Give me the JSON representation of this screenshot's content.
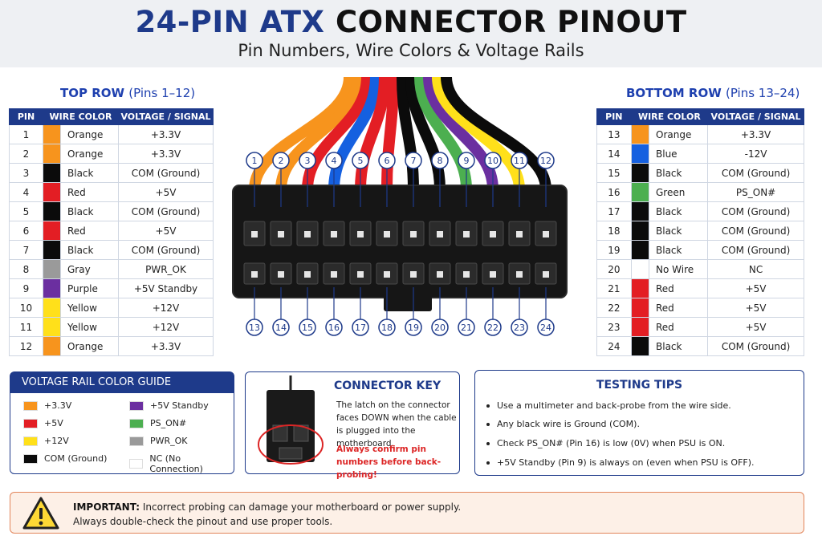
{
  "header": {
    "title_accent": "24-PIN ATX",
    "title_rest": "CONNECTOR PINOUT",
    "subtitle": "Pin Numbers, Wire Colors & Voltage Rails"
  },
  "top_row": {
    "title": "TOP ROW",
    "range": "(Pins 1–12)",
    "headers": [
      "PIN",
      "WIRE COLOR",
      "VOLTAGE / SIGNAL"
    ],
    "pins": [
      {
        "pin": "1",
        "color": "#f7941d",
        "name": "Orange",
        "signal": "+3.3V"
      },
      {
        "pin": "2",
        "color": "#f7941d",
        "name": "Orange",
        "signal": "+3.3V"
      },
      {
        "pin": "3",
        "color": "#0b0b0b",
        "name": "Black",
        "signal": "COM (Ground)"
      },
      {
        "pin": "4",
        "color": "#e31e24",
        "name": "Red",
        "signal": "+5V"
      },
      {
        "pin": "5",
        "color": "#0b0b0b",
        "name": "Black",
        "signal": "COM (Ground)"
      },
      {
        "pin": "6",
        "color": "#e31e24",
        "name": "Red",
        "signal": "+5V"
      },
      {
        "pin": "7",
        "color": "#0b0b0b",
        "name": "Black",
        "signal": "COM (Ground)"
      },
      {
        "pin": "8",
        "color": "#9a9a9a",
        "name": "Gray",
        "signal": "PWR_OK"
      },
      {
        "pin": "9",
        "color": "#6b2fa0",
        "name": "Purple",
        "signal": "+5V Standby"
      },
      {
        "pin": "10",
        "color": "#ffe01a",
        "name": "Yellow",
        "signal": "+12V"
      },
      {
        "pin": "11",
        "color": "#ffe01a",
        "name": "Yellow",
        "signal": "+12V"
      },
      {
        "pin": "12",
        "color": "#f7941d",
        "name": "Orange",
        "signal": "+3.3V"
      }
    ]
  },
  "bottom_row": {
    "title": "BOTTOM ROW",
    "range": "(Pins 13–24)",
    "headers": [
      "PIN",
      "WIRE COLOR",
      "VOLTAGE / SIGNAL"
    ],
    "pins": [
      {
        "pin": "13",
        "color": "#f7941d",
        "name": "Orange",
        "signal": "+3.3V"
      },
      {
        "pin": "14",
        "color": "#1560e0",
        "name": "Blue",
        "signal": "-12V"
      },
      {
        "pin": "15",
        "color": "#0b0b0b",
        "name": "Black",
        "signal": "COM (Ground)"
      },
      {
        "pin": "16",
        "color": "#4caf50",
        "name": "Green",
        "signal": "PS_ON#"
      },
      {
        "pin": "17",
        "color": "#0b0b0b",
        "name": "Black",
        "signal": "COM (Ground)"
      },
      {
        "pin": "18",
        "color": "#0b0b0b",
        "name": "Black",
        "signal": "COM (Ground)"
      },
      {
        "pin": "19",
        "color": "#0b0b0b",
        "name": "Black",
        "signal": "COM (Ground)"
      },
      {
        "pin": "20",
        "color": "#ffffff",
        "name": "No Wire",
        "signal": "NC"
      },
      {
        "pin": "21",
        "color": "#e31e24",
        "name": "Red",
        "signal": "+5V"
      },
      {
        "pin": "22",
        "color": "#e31e24",
        "name": "Red",
        "signal": "+5V"
      },
      {
        "pin": "23",
        "color": "#e31e24",
        "name": "Red",
        "signal": "+5V"
      },
      {
        "pin": "24",
        "color": "#0b0b0b",
        "name": "Black",
        "signal": "COM (Ground)"
      }
    ]
  },
  "connector": {
    "top_labels": [
      "1",
      "2",
      "3",
      "4",
      "5",
      "6",
      "7",
      "8",
      "9",
      "10",
      "11",
      "12"
    ],
    "bottom_labels": [
      "13",
      "14",
      "15",
      "16",
      "17",
      "18",
      "19",
      "20",
      "21",
      "22",
      "23",
      "24"
    ],
    "wire_colors": [
      "#f7941d",
      "#f7941d",
      "#e31e24",
      "#1560e0",
      "#e31e24",
      "#e31e24",
      "#0b0b0b",
      "#0b0b0b",
      "#4caf50",
      "#6b2fa0",
      "#ffe01a",
      "#0b0b0b"
    ]
  },
  "guide": {
    "title": "VOLTAGE RAIL COLOR GUIDE",
    "items": [
      {
        "color": "#f7941d",
        "label": "+3.3V"
      },
      {
        "color": "#6b2fa0",
        "label": "+5V Standby"
      },
      {
        "color": "#e31e24",
        "label": "+5V"
      },
      {
        "color": "#4caf50",
        "label": "PS_ON#"
      },
      {
        "color": "#ffe01a",
        "label": "+12V"
      },
      {
        "color": "#9a9a9a",
        "label": "PWR_OK"
      },
      {
        "color": "#0b0b0b",
        "label": "COM (Ground)"
      },
      {
        "color": "#ffffff",
        "label": "NC (No Connection)"
      }
    ]
  },
  "key": {
    "title": "CONNECTOR KEY",
    "text": "The latch on the connector faces DOWN when the cable is plugged into the motherboard.",
    "warning": "Always confirm pin numbers before back-probing!"
  },
  "tips": {
    "title": "TESTING TIPS",
    "items": [
      "Use a multimeter and back-probe from the wire side.",
      "Any black wire is Ground (COM).",
      "Check PS_ON# (Pin 16) is low (0V) when PSU is ON.",
      "+5V Standby (Pin 9) is always on (even when PSU is OFF)."
    ]
  },
  "important": {
    "label": "IMPORTANT:",
    "line1": "Incorrect probing can damage your motherboard or power supply.",
    "line2": "Always double-check the pinout and use proper tools."
  }
}
